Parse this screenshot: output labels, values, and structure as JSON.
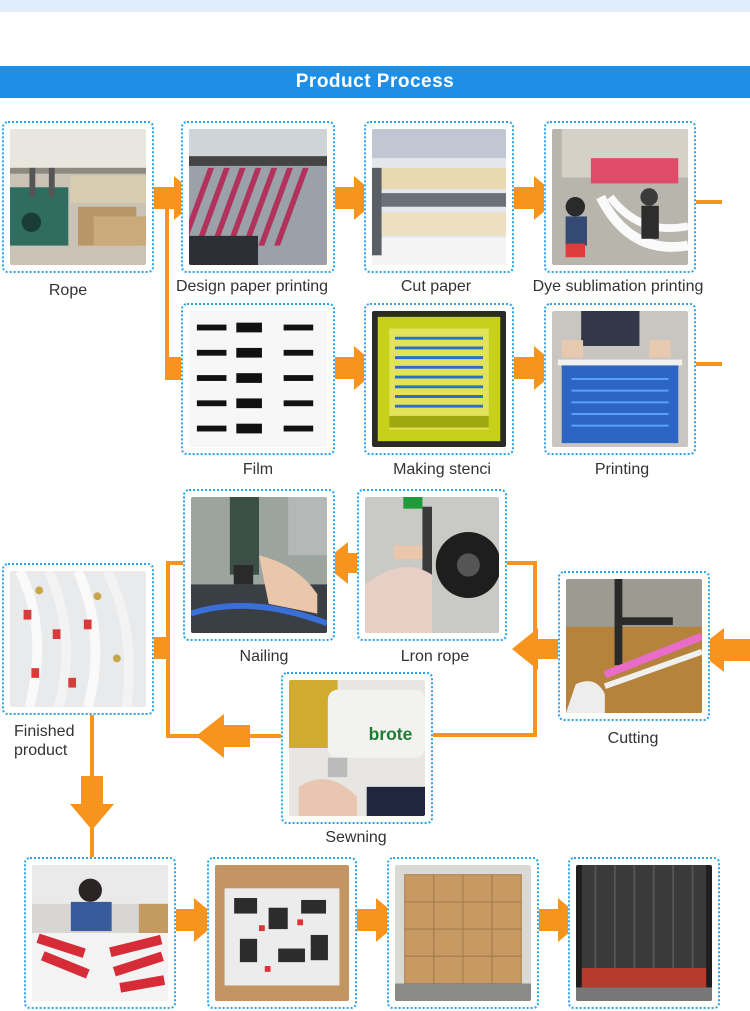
{
  "banner": {
    "title": "Product  Process"
  },
  "steps": [
    {
      "label": "Rope"
    },
    {
      "label": "Design paper printing"
    },
    {
      "label": "Cut paper"
    },
    {
      "label": "Dye sublimation printing"
    },
    {
      "label": "Film"
    },
    {
      "label": "Making stenci"
    },
    {
      "label": "Printing"
    },
    {
      "label": "Nailing"
    },
    {
      "label": "Lron rope"
    },
    {
      "label": "Finished\nproduct"
    },
    {
      "label": "Cutting"
    },
    {
      "label": "Sewning"
    }
  ],
  "colors": {
    "accent": "#1e8fe6",
    "arrow": "#f7941d",
    "frame": "#2aa3e8"
  }
}
